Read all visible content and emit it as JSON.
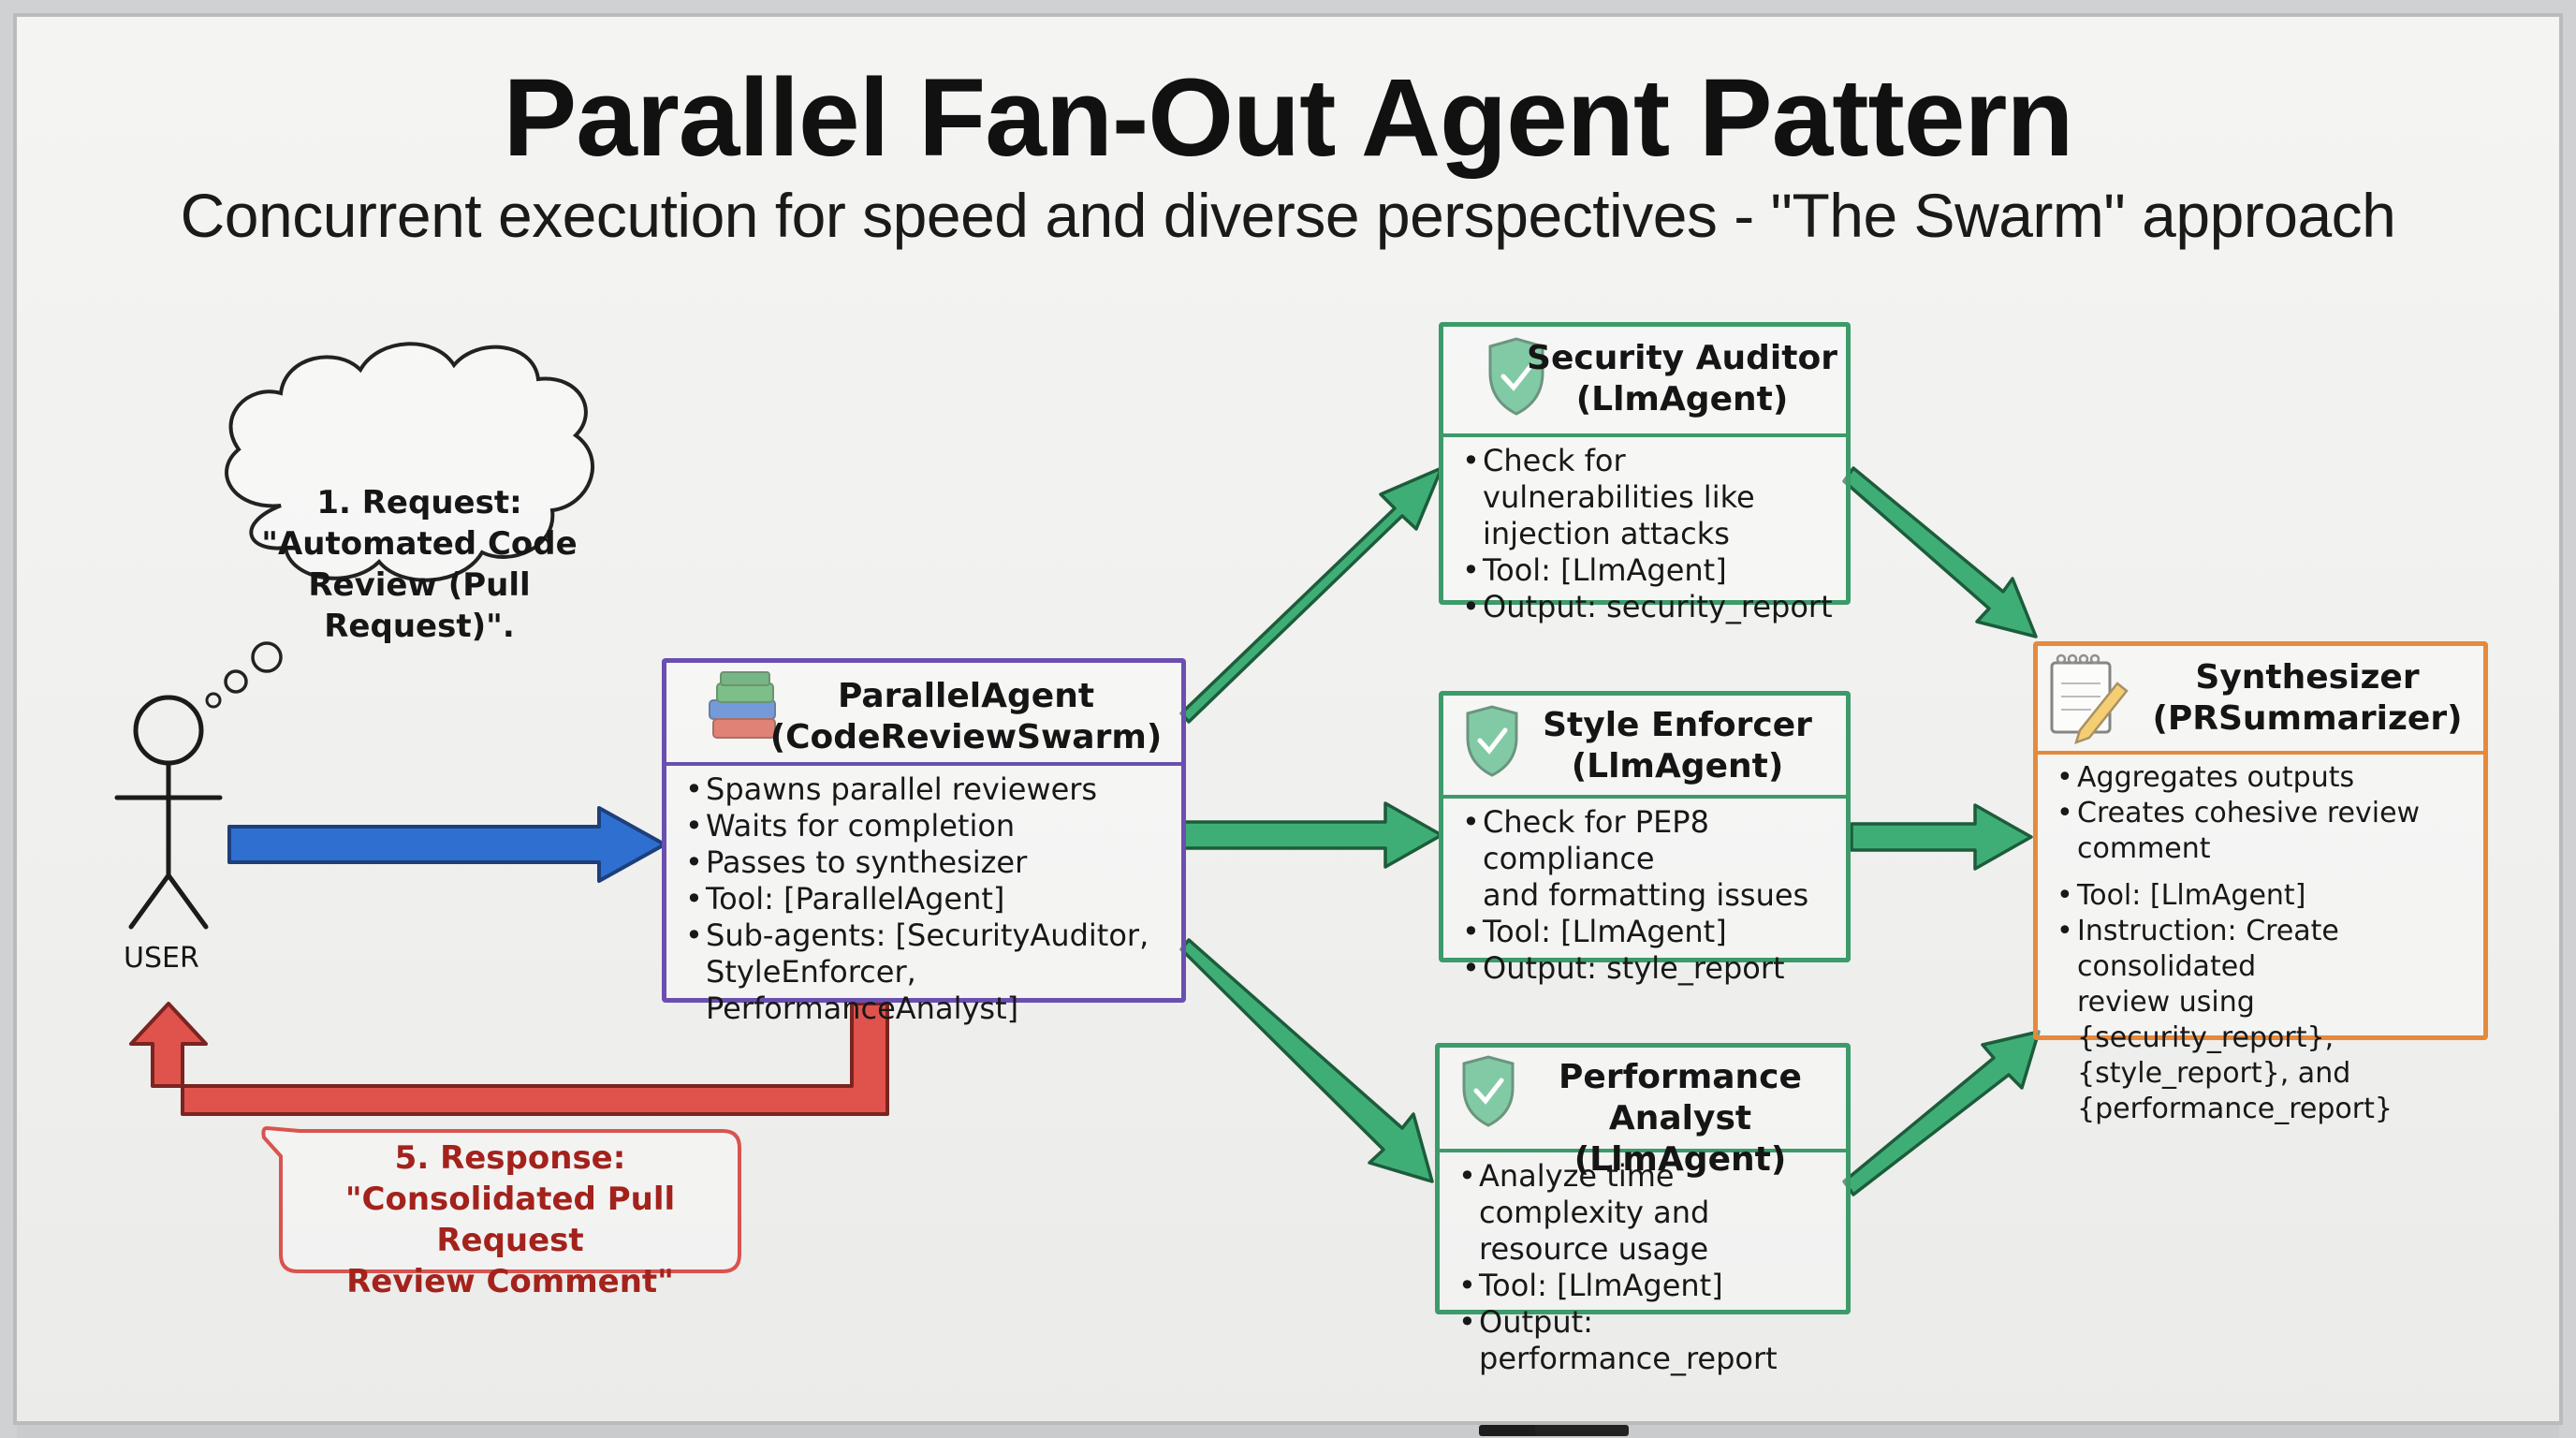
{
  "title": "Parallel Fan-Out Agent Pattern",
  "subtitle": "Concurrent execution for speed and diverse perspectives - \"The Swarm\" approach",
  "user": {
    "label": "USER",
    "request": {
      "line1": "1. Request:",
      "line2": "\"Automated Code",
      "line3": "Review (Pull Request)\"."
    },
    "response": {
      "line1": "5. Response:",
      "line2": "\"Consolidated Pull Request",
      "line3": "Review Comment\""
    }
  },
  "parallel_agent": {
    "title": "ParallelAgent",
    "subtitle": "(CodeReviewSwarm)",
    "icon": "books-icon",
    "color": "#6a4fb0",
    "items": [
      "Spawns parallel reviewers",
      "Waits for completion",
      "Passes to synthesizer",
      "Tool: [ParallelAgent]",
      "Sub-agents: [SecurityAuditor,",
      "StyleEnforcer, PerformanceAnalyst]"
    ]
  },
  "security": {
    "title": "Security Auditor",
    "subtitle": "(LlmAgent)",
    "icon": "shield-check-icon",
    "color": "#3d9a6a",
    "items": [
      "Check for vulnerabilities like",
      "injection attacks",
      "Tool: [LlmAgent]",
      "Output: security_report"
    ]
  },
  "style": {
    "title": "Style Enforcer",
    "subtitle": "(LlmAgent)",
    "icon": "shield-check-icon",
    "color": "#3d9a6a",
    "items": [
      "Check for PEP8 compliance",
      "and formatting issues",
      "Tool: [LlmAgent]",
      "Output: style_report"
    ]
  },
  "performance": {
    "title": "Performance Analyst",
    "subtitle": "(LlmAgent)",
    "icon": "shield-check-icon",
    "color": "#3d9a6a",
    "items": [
      "Analyze time complexity and",
      "resource usage",
      "Tool: [LlmAgent]",
      "Output: performance_report"
    ]
  },
  "synthesizer": {
    "title": "Synthesizer",
    "subtitle": "(PRSummarizer)",
    "icon": "notepad-pencil-icon",
    "color": "#e58a3c",
    "items": [
      "Aggregates outputs",
      "Creates cohesive review comment",
      "Tool: [LlmAgent]",
      "Instruction: Create consolidated",
      "review using {security_report},",
      "{style_report}, and",
      "{performance_report}"
    ]
  },
  "colors": {
    "request_arrow": "#2f6fd0",
    "response_arrow": "#dd4a44",
    "fanout_arrow": "#3fae76",
    "response_text": "#a3221c"
  }
}
